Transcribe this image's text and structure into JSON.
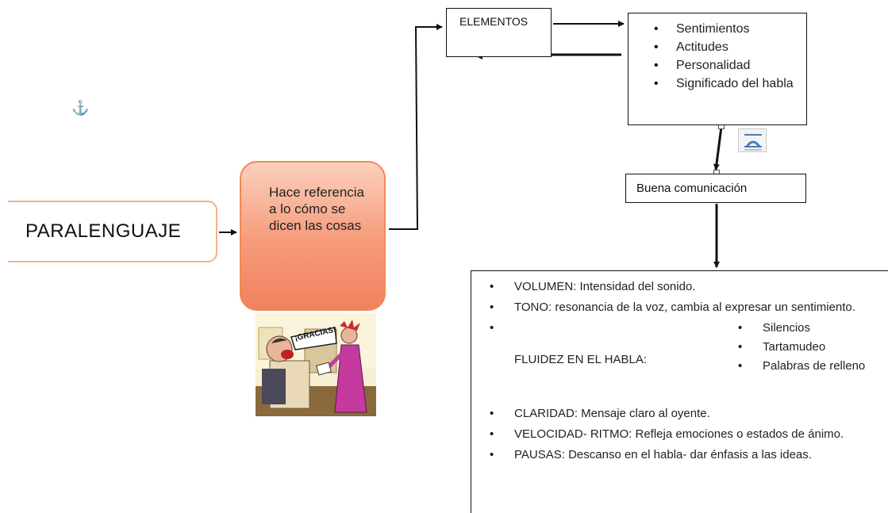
{
  "diagram": {
    "main_label": "PARALENGUAJE",
    "definition": "Hace referencia a lo cómo se dicen las cosas",
    "elements_label": "ELEMENTOS",
    "elements_list": [
      "Sentimientos",
      "Actitudes",
      "Personalidad",
      "Significado del habla"
    ],
    "result_label": "Buena comunicación",
    "features": [
      "VOLUMEN: Intensidad del sonido.",
      "TONO: resonancia de la voz, cambia al expresar un sentimiento."
    ],
    "fluency": {
      "label": "FLUIDEZ EN EL HABLA:",
      "items": [
        "Silencios",
        "Tartamudeo",
        "Palabras de relleno"
      ]
    },
    "features_after": [
      "CLARIDAD: Mensaje claro al oyente.",
      "VELOCIDAD- RITMO: Refleja emociones o estados de ánimo.",
      "PAUSAS: Descanso en el habla- dar énfasis a las ideas."
    ],
    "cartoon_caption": "¡GRACIAS!"
  },
  "icons": {
    "anchor": "anchor-icon",
    "layout_options": "text-wrap-icon"
  },
  "colors": {
    "main_border": "#f3b289",
    "definition_fill": "#f59a78",
    "definition_border": "#f08a55",
    "anchor": "#3c74b4"
  }
}
